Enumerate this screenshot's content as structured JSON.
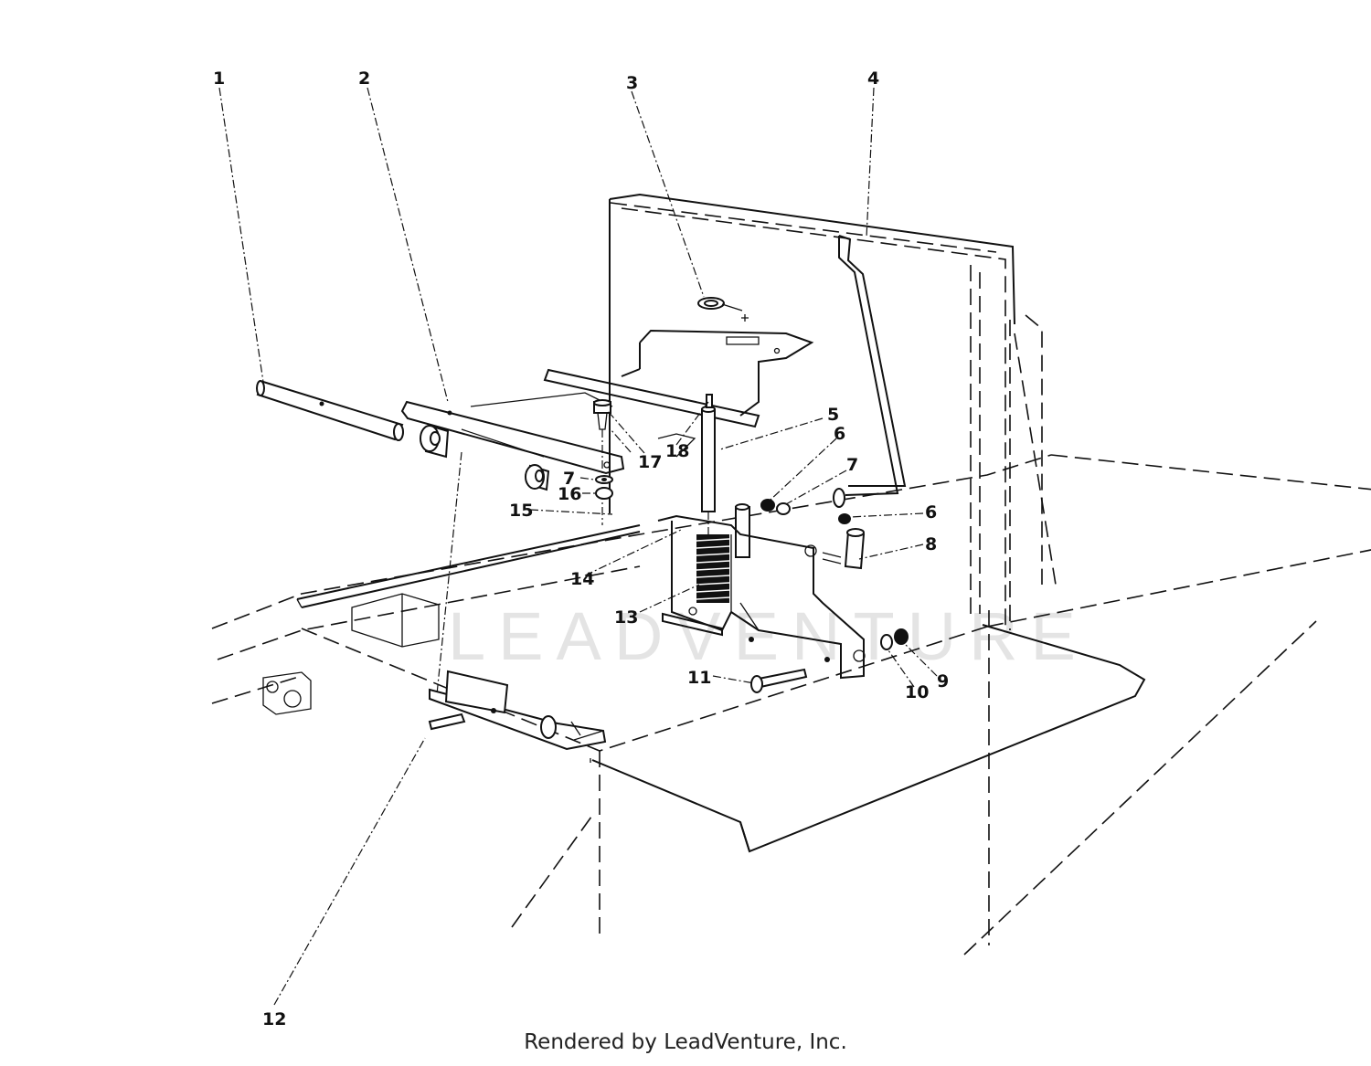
{
  "diagram": {
    "callouts": [
      {
        "id": "c1",
        "text": "1"
      },
      {
        "id": "c2",
        "text": "2"
      },
      {
        "id": "c3",
        "text": "3"
      },
      {
        "id": "c4",
        "text": "4"
      },
      {
        "id": "c5",
        "text": "5"
      },
      {
        "id": "c6a",
        "text": "6"
      },
      {
        "id": "c6b",
        "text": "6"
      },
      {
        "id": "c7a",
        "text": "7"
      },
      {
        "id": "c7b",
        "text": "7"
      },
      {
        "id": "c8",
        "text": "8"
      },
      {
        "id": "c9",
        "text": "9"
      },
      {
        "id": "c10",
        "text": "10"
      },
      {
        "id": "c11",
        "text": "11"
      },
      {
        "id": "c12",
        "text": "12"
      },
      {
        "id": "c13",
        "text": "13"
      },
      {
        "id": "c14",
        "text": "14"
      },
      {
        "id": "c15",
        "text": "15"
      },
      {
        "id": "c16",
        "text": "16"
      },
      {
        "id": "c17",
        "text": "17"
      },
      {
        "id": "c18",
        "text": "18"
      }
    ],
    "watermark": "LEADVENTURE"
  },
  "footer": {
    "credit": "Rendered by LeadVenture, Inc."
  }
}
